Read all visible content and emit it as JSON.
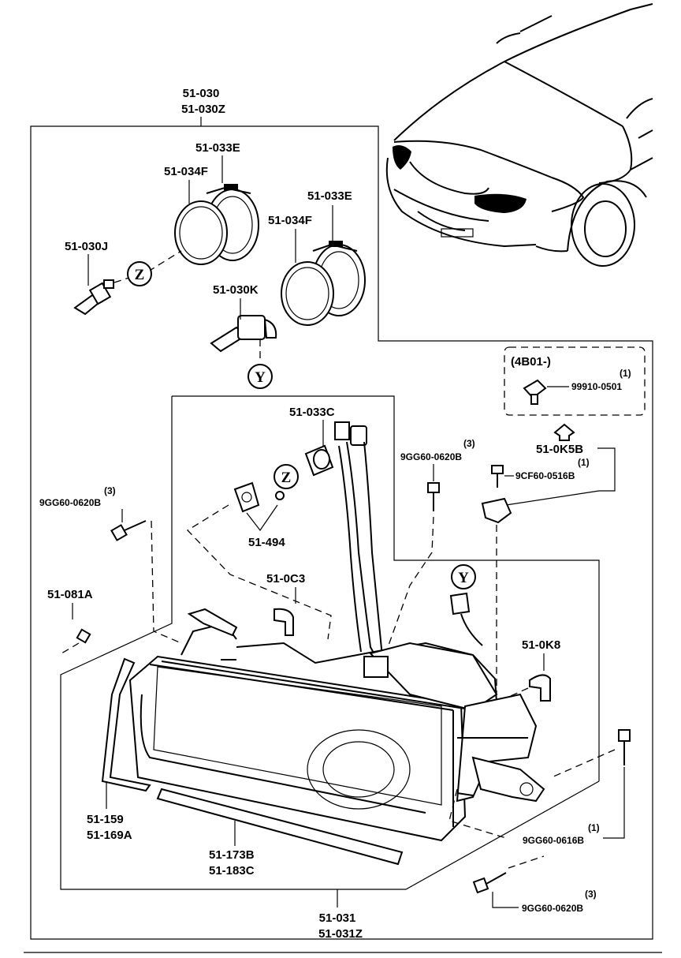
{
  "parts": {
    "assembly_top": [
      "51-030",
      "51-030Z"
    ],
    "bezel_ring_1": "51-033E",
    "gasket_1": "51-034F",
    "bulb_z": "51-030J",
    "bezel_ring_2": "51-033E",
    "gasket_2": "51-034F",
    "bulb_y": "51-030K",
    "socket": "51-033C",
    "adjuster": "51-494",
    "bolt_left_qty": "(3)",
    "bolt_left": "9GG60-0620B",
    "bolt_mid_qty": "(3)",
    "bolt_mid": "9GG60-0620B",
    "nut_clip": "51-081A",
    "connector_c3": "51-0C3",
    "bracket_k5b": "51-0K5B",
    "screw_qty": "(1)",
    "screw": "9CF60-0516B",
    "connector_k8": "51-0K8",
    "trim_strip": [
      "51-159",
      "51-169A"
    ],
    "lower_molding": [
      "51-173B",
      "51-183C"
    ],
    "bolt_right_qty": "(1)",
    "bolt_right": "9GG60-0616B",
    "bolt_bottom_qty": "(3)",
    "bolt_bottom": "9GG60-0620B",
    "assembly_bottom": [
      "51-031",
      "51-031Z"
    ]
  },
  "variant_box": {
    "title": "(4B01-)",
    "qty": "(1)",
    "part": "99910-0501"
  },
  "callouts": {
    "z": "Z",
    "y": "Y"
  }
}
